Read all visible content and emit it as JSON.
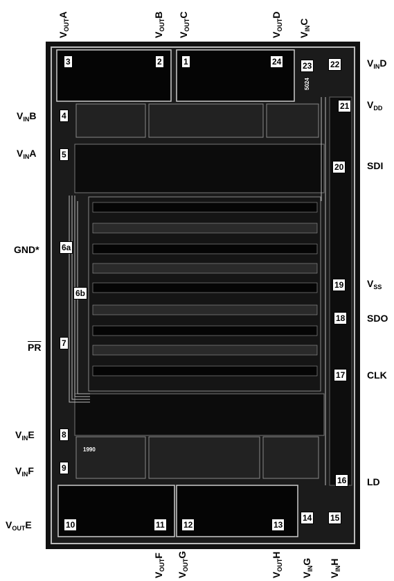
{
  "top_labels": [
    {
      "id": "vouta",
      "main": "V",
      "sub": "OUT",
      "suffix": "A"
    },
    {
      "id": "voutb",
      "main": "V",
      "sub": "OUT",
      "suffix": "B"
    },
    {
      "id": "voutc",
      "main": "V",
      "sub": "OUT",
      "suffix": "C"
    },
    {
      "id": "voutd",
      "main": "V",
      "sub": "OUT",
      "suffix": "D"
    },
    {
      "id": "vinc",
      "main": "V",
      "sub": "IN",
      "suffix": "C"
    }
  ],
  "bottom_labels": [
    {
      "id": "voutf",
      "main": "V",
      "sub": "OUT",
      "suffix": "F"
    },
    {
      "id": "voutg",
      "main": "V",
      "sub": "OUT",
      "suffix": "G"
    },
    {
      "id": "vouth",
      "main": "V",
      "sub": "OUT",
      "suffix": "H"
    },
    {
      "id": "ving",
      "main": "V",
      "sub": "IN",
      "suffix": "G"
    },
    {
      "id": "vinh",
      "main": "V",
      "sub": "IN",
      "suffix": "H"
    }
  ],
  "left_labels": {
    "vinb": {
      "main": "V",
      "sub": "IN",
      "suffix": "B"
    },
    "vina": {
      "main": "V",
      "sub": "IN",
      "suffix": "A"
    },
    "gnd": "GND*",
    "pr": "PR",
    "vine": {
      "main": "V",
      "sub": "IN",
      "suffix": "E"
    },
    "vinf": {
      "main": "V",
      "sub": "IN",
      "suffix": "F"
    },
    "voute": {
      "main": "V",
      "sub": "OUT",
      "suffix": "E"
    }
  },
  "right_labels": {
    "vind": {
      "main": "V",
      "sub": "IN",
      "suffix": "D"
    },
    "vdd": {
      "main": "V",
      "sub": "DD",
      "suffix": ""
    },
    "sdi": "SDI",
    "vss": {
      "main": "V",
      "sub": "SS",
      "suffix": ""
    },
    "sdo": "SDO",
    "clk": "CLK",
    "ld": "LD"
  },
  "pads": [
    "1",
    "2",
    "3",
    "4",
    "5",
    "6a",
    "6b",
    "7",
    "8",
    "9",
    "10",
    "11",
    "12",
    "13",
    "14",
    "15",
    "16",
    "17",
    "18",
    "19",
    "20",
    "21",
    "22",
    "23",
    "24"
  ],
  "die_marking": "5024",
  "die_year": "1990"
}
